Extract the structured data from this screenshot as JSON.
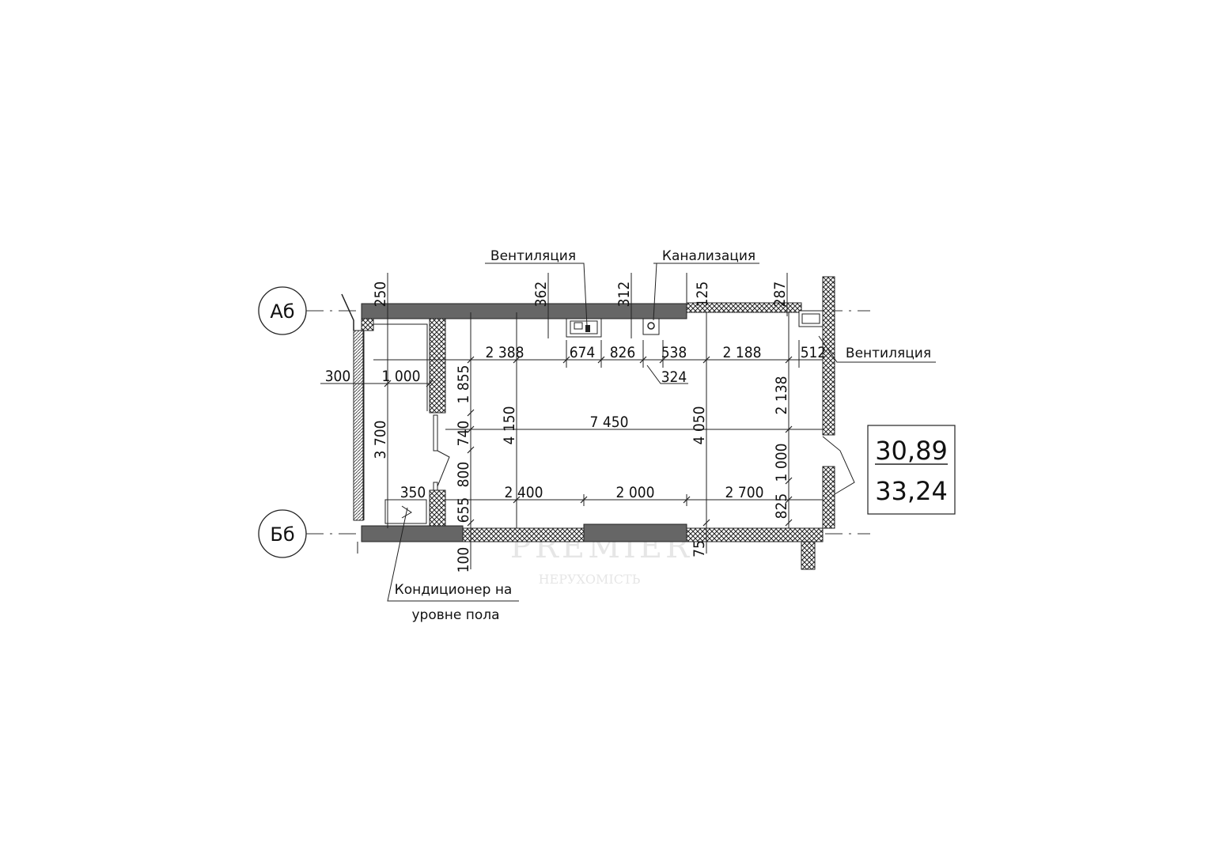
{
  "axes": {
    "top": "Аб",
    "bottom": "Бб"
  },
  "labels": {
    "ventilation_1": "Вентиляция",
    "sewage": "Канализация",
    "ventilation_2": "Вентиляция",
    "ac_line1": "Кондиционер на",
    "ac_line2": "уровне пола"
  },
  "area": {
    "living": "30,89",
    "total": "33,24"
  },
  "dimensions": {
    "d250": "250",
    "d362": "362",
    "d312": "312",
    "d125": "125",
    "d287": "287",
    "d2388": "2 388",
    "d674": "674",
    "d826": "826",
    "d538": "538",
    "d324": "324",
    "d2188": "2 188",
    "d512": "512",
    "d300": "300",
    "d1000a": "1 000",
    "d1855": "1 855",
    "d740": "740",
    "d800": "800",
    "d655": "655",
    "d100": "100",
    "d3700": "3 700",
    "d350": "350",
    "d4150": "4 150",
    "d7450": "7 450",
    "d4050": "4 050",
    "d2138": "2 138",
    "d1000b": "1 000",
    "d825": "825",
    "d75": "75",
    "d2400": "2 400",
    "d2000": "2 000",
    "d2700": "2 700"
  },
  "watermark": {
    "brand": "PREMIER",
    "sub": "НЕРУХОМІСТЬ"
  }
}
